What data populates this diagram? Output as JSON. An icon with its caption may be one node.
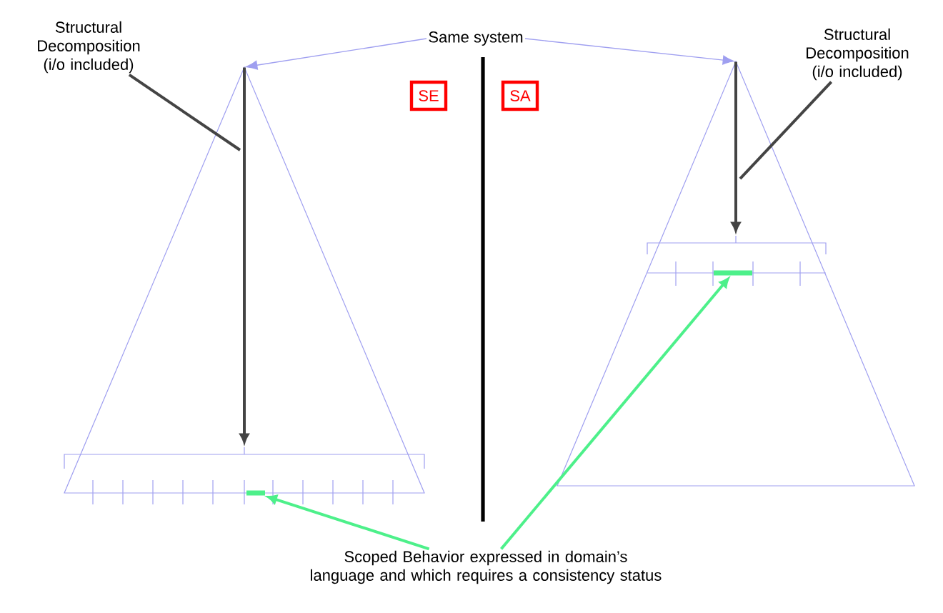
{
  "diagram": {
    "nodes": [
      {
        "text": [
          "Structural Decomposition (i/o included)"
        ]
      },
      {
        "text": [
          "Same system"
        ]
      },
      {
        "text": [
          "Structural Decomposition (i/o included)"
        ]
      },
      {
        "text": [
          "SE"
        ]
      },
      {
        "text": [
          "SA"
        ]
      },
      {
        "text": [],
        "shape": "triangle"
      },
      {
        "text": [],
        "shape": "triangle"
      },
      {
        "text": [],
        "shape": "bar",
        "in": 5
      },
      {
        "text": [],
        "shape": "bar",
        "in": 6
      },
      {
        "text": [
          "Scoped Behavior expressed in domain’s language and which requires a consistency status"
        ]
      },
      {
        "text": [],
        "shape": "bracket",
        "in": 5
      },
      {
        "text": [],
        "shape": "bracket",
        "in": 6
      }
    ],
    "edges": [
      {
        "from": 1,
        "to": 5,
        "arrow": "to",
        "color": "#9f9ff0"
      },
      {
        "from": 1,
        "to": 6,
        "arrow": "to",
        "color": "#9f9ff0"
      },
      {
        "from": 0,
        "to": 5,
        "arrow": "none",
        "color": "#444444"
      },
      {
        "from": 2,
        "to": 6,
        "arrow": "none",
        "color": "#444444"
      },
      {
        "from": 9,
        "to": 7,
        "arrow": "to",
        "color": "#4df08a"
      },
      {
        "from": 9,
        "to": 8,
        "arrow": "to",
        "color": "#4df08a"
      },
      {
        "from": 5,
        "to": 10,
        "arrow": "to",
        "color": "#444444"
      },
      {
        "from": 6,
        "to": 11,
        "arrow": "to",
        "color": "#444444"
      }
    ]
  }
}
